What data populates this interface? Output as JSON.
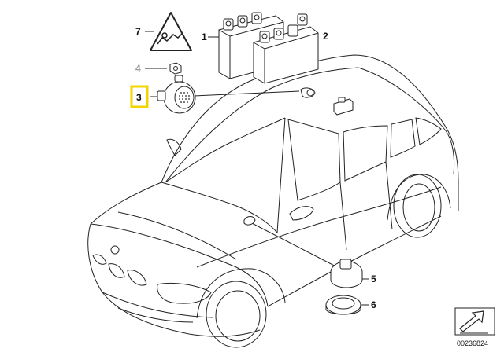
{
  "callouts": [
    {
      "id": "1",
      "label": "1",
      "state": "normal"
    },
    {
      "id": "2",
      "label": "2",
      "state": "normal"
    },
    {
      "id": "3",
      "label": "3",
      "state": "highlighted"
    },
    {
      "id": "4",
      "label": "4",
      "state": "muted"
    },
    {
      "id": "5",
      "label": "5",
      "state": "normal"
    },
    {
      "id": "6",
      "label": "6",
      "state": "normal"
    },
    {
      "id": "7",
      "label": "7",
      "state": "normal"
    }
  ],
  "reference_number": "00236824",
  "colors": {
    "highlight": "#f2d500",
    "muted_label": "#9a9a9a",
    "line": "#222222",
    "background": "#ffffff"
  },
  "icons": {
    "warning_triangle": "airbag-warning-triangle-icon",
    "catalog_logo": "arrow-box-icon"
  }
}
